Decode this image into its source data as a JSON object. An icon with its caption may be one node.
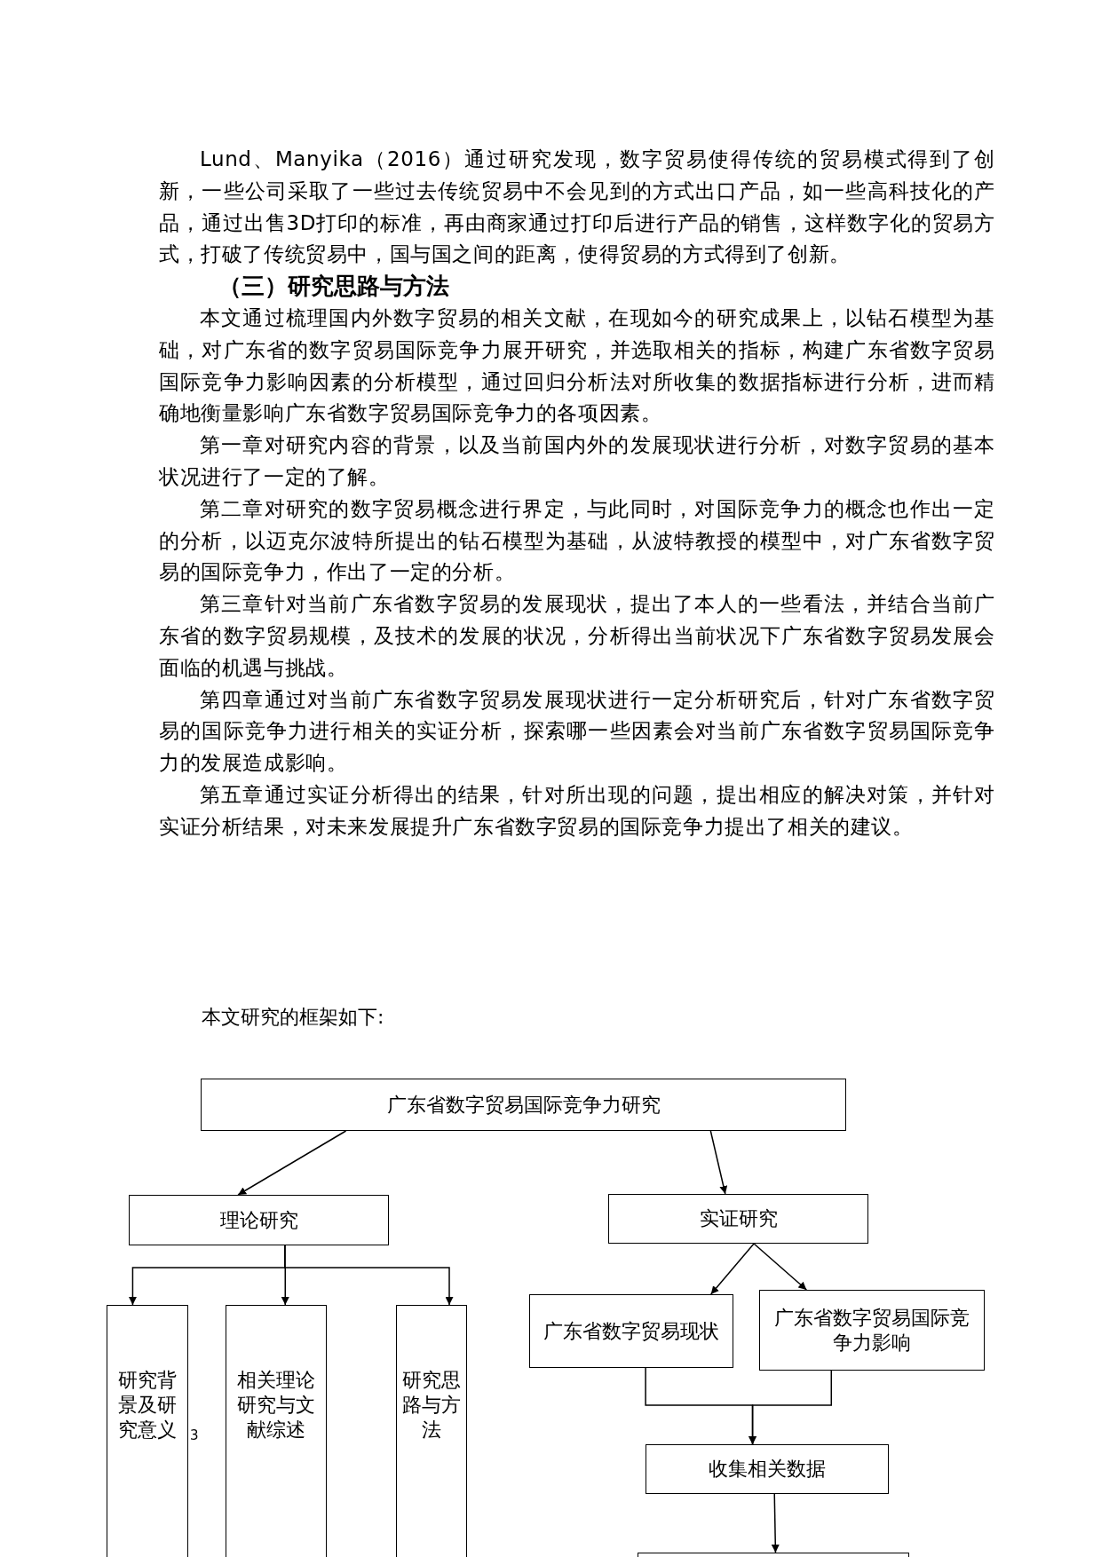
{
  "diagram": {
    "nodes": [
      {
        "text": [
          "广东省数字贸易国际竞争力研究"
        ]
      },
      {
        "text": [
          "理论研究"
        ]
      },
      {
        "text": [
          "实证研究"
        ]
      },
      {
        "text": [
          "研究背景及研究意义"
        ]
      },
      {
        "text": [
          "相关理论研究与文献综述"
        ]
      },
      {
        "text": [
          "研究思路与方法"
        ]
      },
      {
        "text": [
          "广东省数字贸易现状"
        ]
      },
      {
        "text": [
          "广东省数字贸易国际竞争力影响"
        ]
      },
      {
        "text": [
          "收集相关数据"
        ]
      },
      {
        "text": [],
        "shape": "box"
      }
    ],
    "edges": [
      {
        "from": 0,
        "to": 1,
        "arrow": "to"
      },
      {
        "from": 0,
        "to": 2,
        "arrow": "to"
      },
      {
        "from": 1,
        "to": 3,
        "arrow": "to"
      },
      {
        "from": 1,
        "to": 4,
        "arrow": "to"
      },
      {
        "from": 1,
        "to": 5,
        "arrow": "to"
      },
      {
        "from": 2,
        "to": 6,
        "arrow": "to"
      },
      {
        "from": 2,
        "to": 7,
        "arrow": "to"
      },
      {
        "from": 6,
        "to": 8,
        "arrow": "to"
      },
      {
        "from": 7,
        "to": 8,
        "arrow": "to"
      },
      {
        "from": 8,
        "to": 9,
        "arrow": "to"
      }
    ],
    "labels": [
      "Lund、Manyika（2016）通过研究发现，数字贸易使得传统的贸易模式得到了创新，一些公司采取了一些过去传统贸易中不会见到的方式出口产品，如一些高科技化的产品，通过出售3D打印的标准，再由商家通过打印后进行产品的销售，这样数字化的贸易方式，打破了传统贸易中，国与国之间的距离，使得贸易的方式得到了创新。",
      "（三）研究思路与方法",
      "本文通过梳理国内外数字贸易的相关文献，在现如今的研究成果上，以钻石模型为基础，对广东省的数字贸易国际竞争力展开研究，并选取相关的指标，构建广东省数字贸易国际竞争力影响因素的分析模型，通过回归分析法对所收集的数据指标进行分析，进而精确地衡量影响广东省数字贸易国际竞争力的各项因素。",
      "第一章对研究内容的背景，以及当前国内外的发展现状进行分析，对数字贸易的基本状况进行了一定的了解。",
      "第二章对研究的数字贸易概念进行界定，与此同时，对国际竞争力的概念也作出一定的分析，以迈克尔波特所提出的钻石模型为基础，从波特教授的模型中，对广东省数字贸易的国际竞争力，作出了一定的分析。",
      "第三章针对当前广东省数字贸易的发展现状，提出了本人的一些看法，并结合当前广东省的数字贸易规模，及技术的发展的状况，分析得出当前状况下广东省数字贸易发展会面临的机遇与挑战。",
      "第四章通过对当前广东省数字贸易发展现状进行一定分析研究后，针对广东省数字贸易的国际竞争力进行相关的实证分析，探索哪一些因素会对当前广东省数字贸易国际竞争力的发展造成影响。",
      "第五章通过实证分析得出的结果，针对所出现的问题，提出相应的解决对策，并针对实证分析结果，对未来发展提升广东省数字贸易的国际竞争力提出了相关的建议。",
      "本文研究的框架如下:",
      "3"
    ]
  }
}
